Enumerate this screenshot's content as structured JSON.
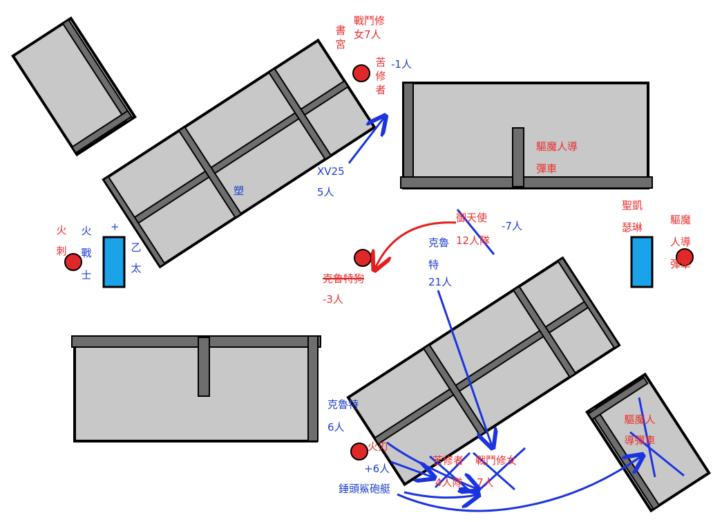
{
  "colors": {
    "terrain_fill": "#c8c8c8",
    "terrain_outline": "#000000",
    "wall": "#6e6e6e",
    "objective": "#e02828",
    "deploy_marker": "#1aa3e8",
    "red_text": "#e8302e",
    "blue_text": "#1f3fd0",
    "arrow_blue": "#1a34e0",
    "arrow_red": "#e41e1e"
  },
  "labels": {
    "nun_top": "戰鬥修女7人",
    "book_palace": "書宮",
    "repentia": "苦修者",
    "repentia_loss": "-1人",
    "xv25": "XV25",
    "xv25_count": "5人",
    "exorcist_top": "驅魔人導彈車",
    "fire_warrior": "火戰士",
    "fire_warrior_plus": "+",
    "ethereal": "乙太",
    "arson": "火刺",
    "plastic": "塑",
    "seraphim": "御天使",
    "seraphim_loss": "-7人",
    "seraphim_squad": "12人隊",
    "kroot_main": "克魯特",
    "kroot_main_count": "21人",
    "kroot_hound": "克魯特狗",
    "kroot_hound_loss": "-3人",
    "saint_celestine": "聖凱瑟琳",
    "exorcist_right": "驅魔人導彈車",
    "kroot_bottom": "克魯特",
    "kroot_bottom_count": "6人",
    "fireblade": "火刃",
    "fireblade_plus": "+6人",
    "hammerhead": "錘頭鯊砲艇",
    "repentia_bottom": "苦修者",
    "nun_bottom": "戰鬥修女",
    "squad_4": "4人隊",
    "count_7": "7人",
    "exorcist_bottom": "驅魔人導彈車"
  }
}
